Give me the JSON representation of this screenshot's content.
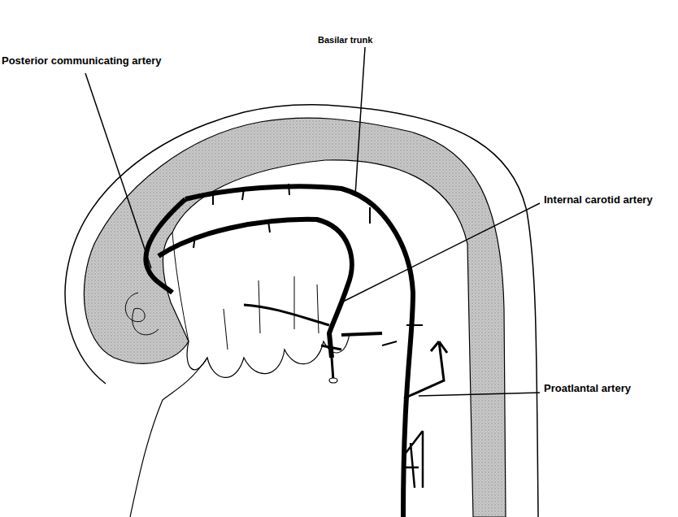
{
  "diagram": {
    "labels": [
      "Posterior communicating artery",
      "Basilar trunk",
      "Internal carotid artery",
      "Proatlantal artery"
    ]
  }
}
